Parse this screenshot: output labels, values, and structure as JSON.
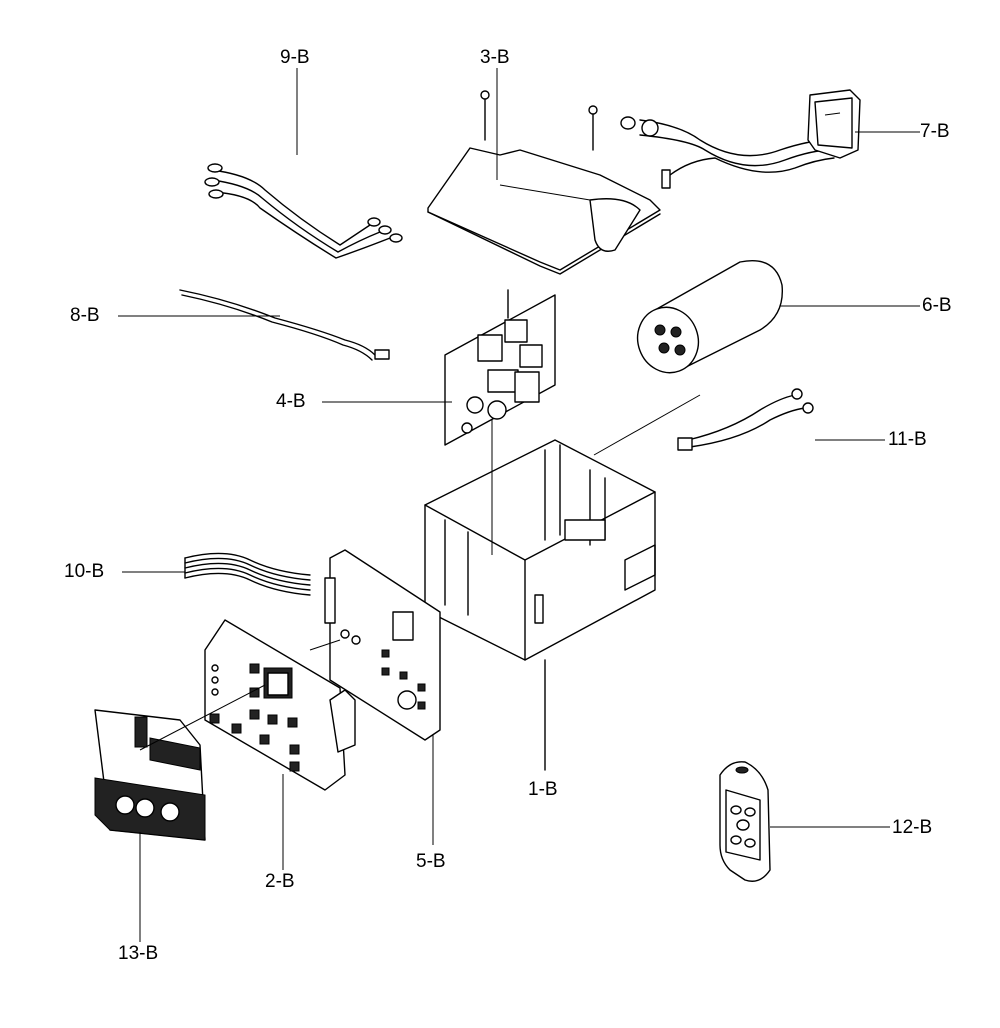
{
  "diagram": {
    "labels": {
      "p1": "1-B",
      "p2": "2-B",
      "p3": "3-B",
      "p4": "4-B",
      "p5": "5-B",
      "p6": "6-B",
      "p7": "7-B",
      "p8": "8-B",
      "p9": "9-B",
      "p10": "10-B",
      "p11": "11-B",
      "p12": "12-B",
      "p13": "13-B"
    }
  }
}
